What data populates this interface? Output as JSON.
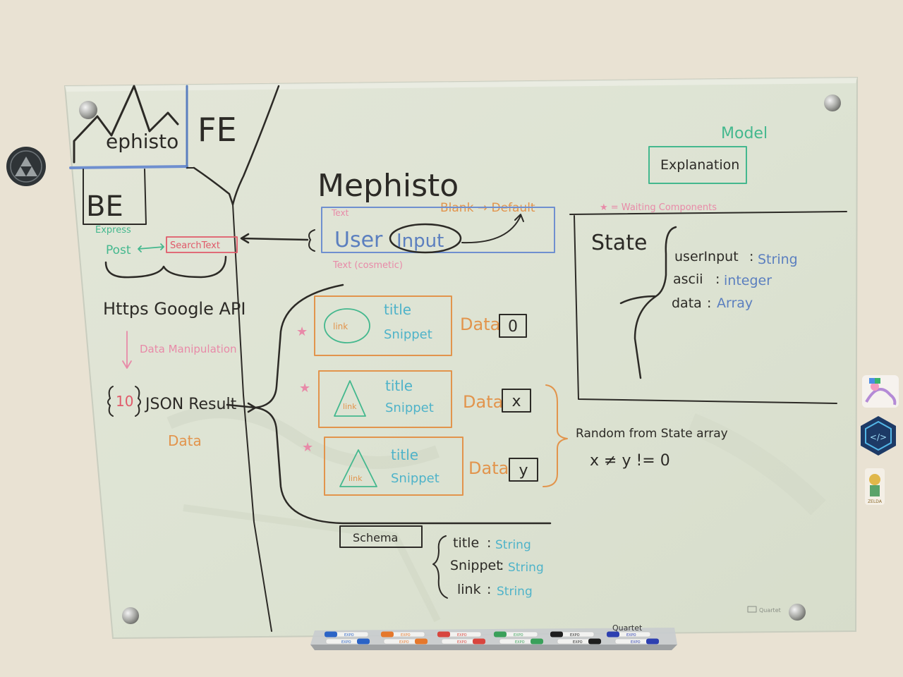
{
  "colors": {
    "wall": "#e8e1d2",
    "glass": "#dfe4d4",
    "ink_black": "#2c2a26",
    "ink_blue": "#5b7fbf",
    "ink_orange": "#e2944c",
    "ink_red": "#e05a6a",
    "ink_green": "#44b88e",
    "ink_pink": "#e88aa8",
    "ink_teal": "#4fb3c9"
  },
  "board": {
    "logo_word": "ephisto",
    "fe_label": "FE",
    "be_label": "BE",
    "express_label": "Express",
    "post_label": "Post",
    "search_text_label": "SearchText",
    "google_api_label": "Https Google API",
    "data_manipulation_label": "Data Manipulation",
    "json_count": "10",
    "json_result_label": "JSON Result",
    "data_label": "Data",
    "app_title": "Mephisto",
    "text_label": "Text",
    "blank_default_label": "Blank → Default",
    "user_label": "User",
    "input_label": "Input",
    "text_cosmetic_label": "Text (cosmetic)",
    "model_label": "Model",
    "explanation_label": "Explanation",
    "waiting_components_label": "★ = Waiting Components",
    "state_label": "State",
    "state_fields": [
      {
        "name": "userInput",
        "type": "String"
      },
      {
        "name": "ascii",
        "type": "integer"
      },
      {
        "name": "data",
        "type": "Array"
      }
    ],
    "card_title": "title",
    "card_snippet": "Snippet",
    "card_link": "link",
    "card_data": [
      "Data",
      "Data",
      "Data"
    ],
    "card_index": [
      "0",
      "x",
      "y"
    ],
    "random_note_line1": "Random from State array",
    "random_note_line2": "x ≠ y != 0",
    "schema_label": "Schema",
    "schema_fields": [
      {
        "name": "title",
        "type": "String"
      },
      {
        "name": "Snippet",
        "type": "String"
      },
      {
        "name": "link",
        "type": "String"
      }
    ],
    "quartet_brand": "Quartet"
  },
  "marker_tray": {
    "markers": [
      {
        "brand": "EXPO",
        "cap_color": "#2b63c6"
      },
      {
        "brand": "EXPO",
        "cap_color": "#e5782c"
      },
      {
        "brand": "EXPO",
        "cap_color": "#d8453e"
      },
      {
        "brand": "EXPO",
        "cap_color": "#3aa05a"
      },
      {
        "brand": "EXPO",
        "cap_color": "#1e1e1e"
      },
      {
        "brand": "EXPO",
        "cap_color": "#2d3fb0"
      }
    ],
    "tray_brand": "Quartet"
  },
  "wall_items": {
    "zelda_sticker_text": "ZELDA"
  }
}
